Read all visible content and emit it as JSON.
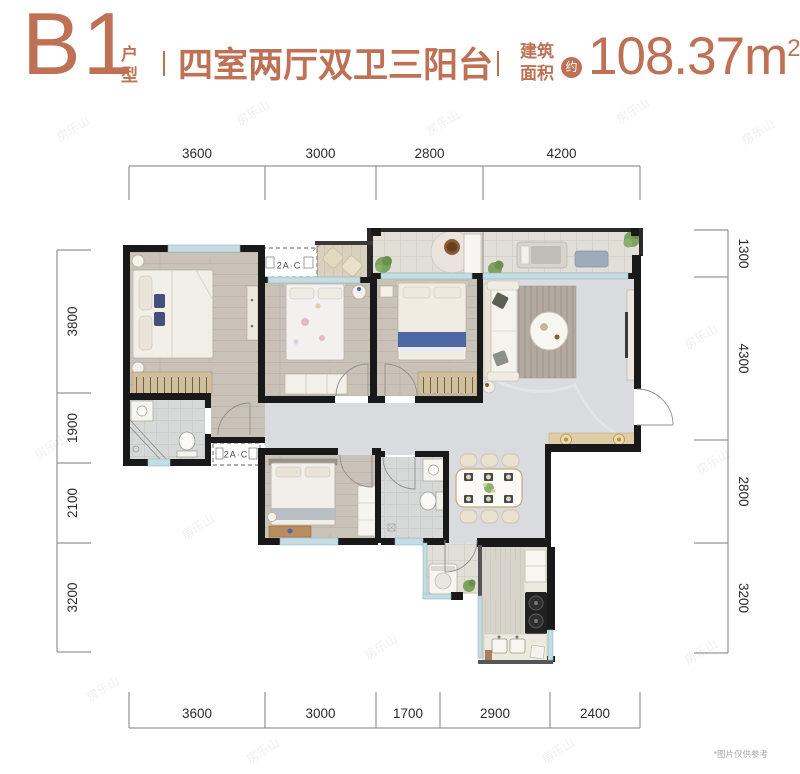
{
  "header": {
    "unit_code": "B1",
    "unit_code_suffix": "户型",
    "layout_desc": "四室两厅双卫三阳台",
    "area_label": "建筑面积",
    "area_approx": "约",
    "area_value": "108.37m",
    "area_sup": "2",
    "accent_color": "#BE7154"
  },
  "dimensions": {
    "top": [
      "3600",
      "3000",
      "2800",
      "4200"
    ],
    "bottom": [
      "3600",
      "3000",
      "1700",
      "2900",
      "2400"
    ],
    "left": [
      "3800",
      "1900",
      "2100",
      "3200"
    ],
    "right": [
      "1300",
      "4300",
      "2800",
      "3200"
    ]
  },
  "plan": {
    "ac_label_top": "2A·C",
    "ac_label_bottom": "2A·C"
  },
  "watermark": "房乐山",
  "fine_print": "*图片仅供参考"
}
